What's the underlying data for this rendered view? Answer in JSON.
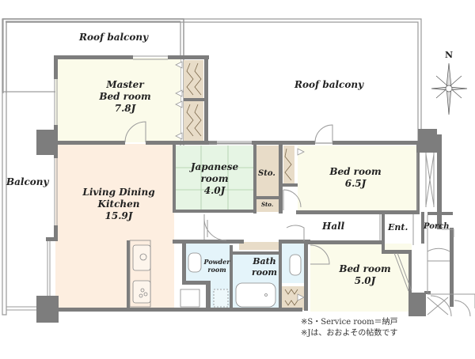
{
  "floorplan": {
    "colors": {
      "wall": "#7d7d7d",
      "outline": "#9a9a9a",
      "bedroom": "#fbfbea",
      "ldk": "#fdeee0",
      "japanese": "#e6f5e4",
      "wet_area": "#e4f4fa",
      "storage": "#e8dcc8",
      "hall": "#ffffff"
    },
    "compass": {
      "label": "N"
    },
    "rooms": [
      {
        "id": "roof-balcony-top-left",
        "name": "Roof balcony"
      },
      {
        "id": "roof-balcony-top-right",
        "name": "Roof balcony"
      },
      {
        "id": "master-bedroom",
        "name_line1": "Master",
        "name_line2": "Bed room",
        "size": "7.8J"
      },
      {
        "id": "balcony",
        "name": "Balcony"
      },
      {
        "id": "ldk",
        "name_line1": "Living Dining",
        "name_line2": "Kitchen",
        "size": "15.9J"
      },
      {
        "id": "japanese-room",
        "name_line1": "Japanese",
        "name_line2": "room",
        "size": "4.0J"
      },
      {
        "id": "storage-1",
        "name": "Sto."
      },
      {
        "id": "storage-2",
        "name": "Sto."
      },
      {
        "id": "bedroom-6",
        "name": "Bed room",
        "size": "6.5J"
      },
      {
        "id": "hall",
        "name": "Hall"
      },
      {
        "id": "entrance",
        "name": "Ent."
      },
      {
        "id": "porch",
        "name": "Porch"
      },
      {
        "id": "powder-room",
        "name_line1": "Powder",
        "name_line2": "room"
      },
      {
        "id": "bath-room",
        "name_line1": "Bath",
        "name_line2": "room"
      },
      {
        "id": "bedroom-5",
        "name": "Bed room",
        "size": "5.0J"
      }
    ],
    "notes": [
      "※S・Service room＝納戸",
      "※Jは、おおよその帖数です"
    ]
  }
}
